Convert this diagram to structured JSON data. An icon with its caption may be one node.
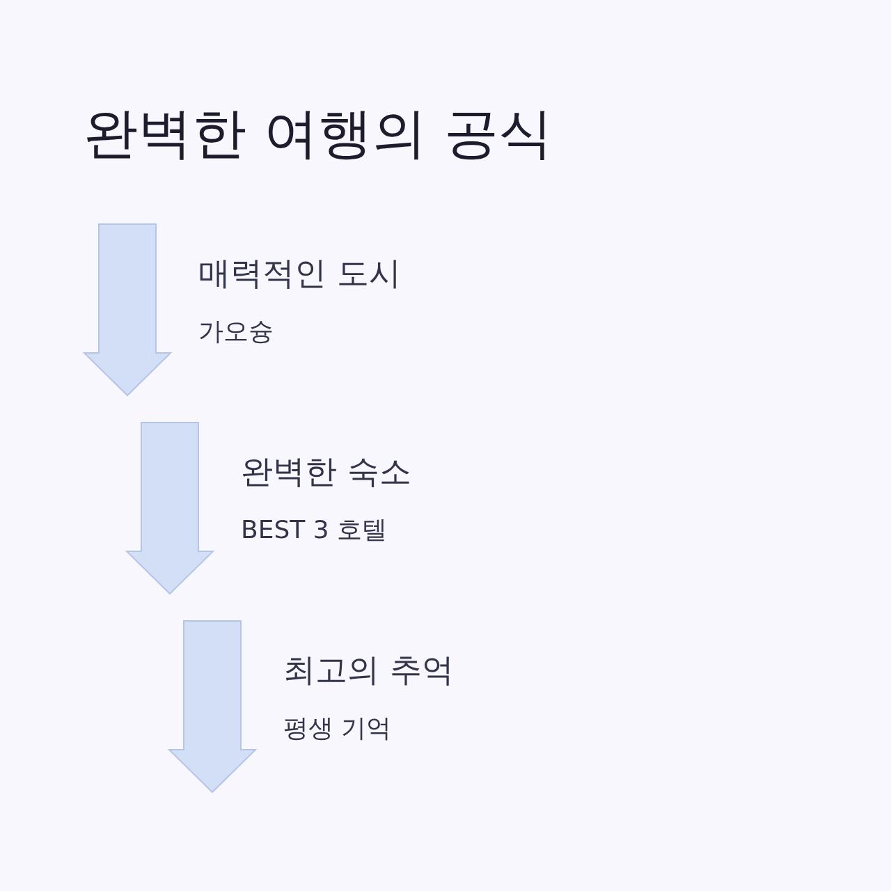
{
  "diagram": {
    "title": "완벽한 여행의 공식",
    "labels": [
      "매력적인 도시",
      "가오슝",
      "완벽한 숙소",
      "BEST 3 호텔",
      "최고의 추억",
      "평생 기억"
    ]
  }
}
